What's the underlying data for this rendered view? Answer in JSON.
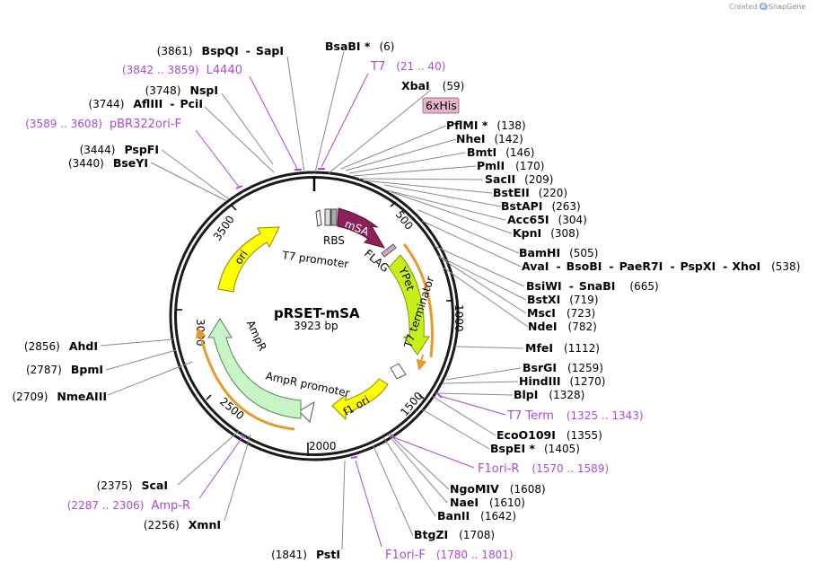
{
  "credit": {
    "created_by": "Created by",
    "brand": "SnapGene"
  },
  "plasmid": {
    "name": "pRSET-mSA",
    "length": "3923 bp"
  },
  "ticks": [
    "500",
    "1000",
    "1500",
    "2000",
    "2500",
    "3000",
    "3500"
  ],
  "enzymes": {
    "bspqi_sapi": {
      "pos": "(3861)",
      "name": "BspQI",
      "sep": "-",
      "name2": "SapI"
    },
    "bsabi": {
      "name": "BsaBI *",
      "pos": "(6)"
    },
    "xbai": {
      "name": "XbaI",
      "pos": "(59)"
    },
    "nspi": {
      "pos": "(3748)",
      "name": "NspI"
    },
    "aflIII_pcii": {
      "pos": "(3744)",
      "name": "AflIII",
      "sep": "-",
      "name2": "PciI"
    },
    "pflmi": {
      "name": "PflMI *",
      "pos": "(138)"
    },
    "nhei": {
      "name": "NheI",
      "pos": "(142)"
    },
    "bmti": {
      "name": "BmtI",
      "pos": "(146)"
    },
    "pmli": {
      "name": "PmlI",
      "pos": "(170)"
    },
    "pspfi": {
      "pos": "(3444)",
      "name": "PspFI"
    },
    "bseyi": {
      "pos": "(3440)",
      "name": "BseYI"
    },
    "sacii": {
      "name": "SacII",
      "pos": "(209)"
    },
    "bsteii": {
      "name": "BstEII",
      "pos": "(220)"
    },
    "bstapi": {
      "name": "BstAPI",
      "pos": "(263)"
    },
    "acc65i": {
      "name": "Acc65I",
      "pos": "(304)"
    },
    "kpni": {
      "name": "KpnI",
      "pos": "(308)"
    },
    "bamhi": {
      "name": "BamHI",
      "pos": "(505)"
    },
    "multi": {
      "name1": "AvaI",
      "sep1": "-",
      "name2": "BsoBI",
      "sep2": "-",
      "name3": "PaeR7I",
      "sep3": "-",
      "name4": "PspXI",
      "sep4": "-",
      "name5": "XhoI",
      "pos": "(538)"
    },
    "bsiwi_snabi": {
      "name": "BsiWI",
      "sep": "-",
      "name2": "SnaBI",
      "pos": "(665)"
    },
    "bstxi": {
      "name": "BstXI",
      "pos": "(719)"
    },
    "msci": {
      "name": "MscI",
      "pos": "(723)"
    },
    "ndei": {
      "name": "NdeI",
      "pos": "(782)"
    },
    "mfei": {
      "name": "MfeI",
      "pos": "(1112)"
    },
    "bsrgi": {
      "name": "BsrGI",
      "pos": "(1259)"
    },
    "hindiii": {
      "name": "HindIII",
      "pos": "(1270)"
    },
    "blpi": {
      "name": "BlpI",
      "pos": "(1328)"
    },
    "ecoo109i": {
      "name": "EcoO109I",
      "pos": "(1355)"
    },
    "bspei": {
      "name": "BspEI *",
      "pos": "(1405)"
    },
    "ngomiv": {
      "name": "NgoMIV",
      "pos": "(1608)"
    },
    "naei": {
      "name": "NaeI",
      "pos": "(1610)"
    },
    "banii": {
      "name": "BanII",
      "pos": "(1642)"
    },
    "btgzi": {
      "name": "BtgZI",
      "pos": "(1708)"
    },
    "psti": {
      "pos": "(1841)",
      "name": "PstI"
    },
    "xmni": {
      "pos": "(2256)",
      "name": "XmnI"
    },
    "scai": {
      "pos": "(2375)",
      "name": "ScaI"
    },
    "nmeaiii": {
      "pos": "(2709)",
      "name": "NmeAIII"
    },
    "bpmi": {
      "pos": "(2787)",
      "name": "BpmI"
    },
    "ahdi": {
      "pos": "(2856)",
      "name": "AhdI"
    }
  },
  "primers": {
    "l4440": {
      "range": "(3842 .. 3859)",
      "name": "L4440"
    },
    "t7": {
      "name": "T7",
      "range": "(21 .. 40)"
    },
    "pbr322ori": {
      "range": "(3589 .. 3608)",
      "name": "pBR322ori-F"
    },
    "t7term": {
      "name": "T7 Term",
      "range": "(1325 .. 1343)"
    },
    "f1orir": {
      "name": "F1ori-R",
      "range": "(1570 .. 1589)"
    },
    "f1orif": {
      "name": "F1ori-F",
      "range": "(1780 .. 1801)"
    },
    "ampr": {
      "range": "(2287 .. 2306)",
      "name": "Amp-R"
    }
  },
  "features": {
    "his_tag": "6xHis",
    "msa": "mSA",
    "rbs": "RBS",
    "t7_promoter": "T7 promoter",
    "flag": "FLAG",
    "ypet": "YPet",
    "t7_terminator": "T7 terminator",
    "f1_ori": "f1 ori",
    "ampr_promoter": "AmpR promoter",
    "ampr": "AmpR",
    "ori": "ori"
  },
  "colors": {
    "primer": "#a94ad9",
    "msa": "#8b2158",
    "ypet": "#c6f018",
    "yellow": "#ffff00",
    "ampr": "#c8f5c8",
    "orange_outline": "#e59a2a",
    "his_tag": "#e8b3c8"
  }
}
